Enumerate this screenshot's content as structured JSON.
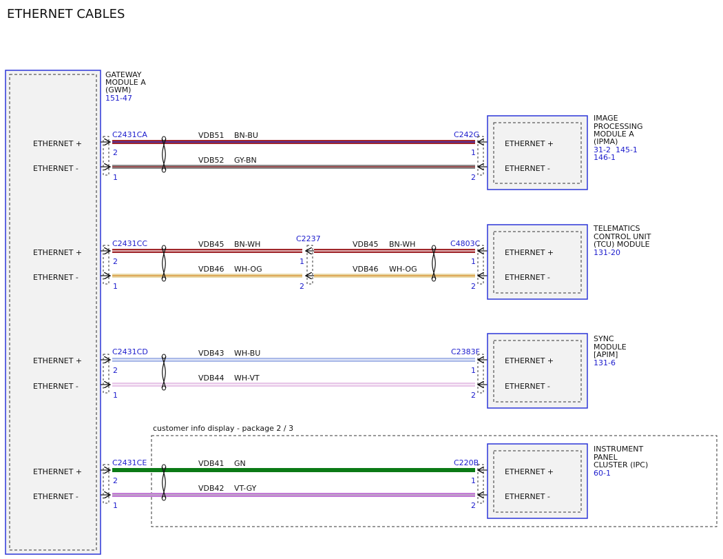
{
  "page_title": "ETHERNET CABLES",
  "gateway": {
    "lines": [
      "GATEWAY",
      "MODULE A",
      "(GWM)"
    ],
    "ref": "151-47"
  },
  "pin_labels": {
    "plus": "ETHERNET +",
    "minus": "ETHERNET -"
  },
  "groups": [
    {
      "left_connector": "C2431CA",
      "left_pin_top": "2",
      "left_pin_bottom": "1",
      "right_connector": "C242G",
      "right_pin_top": "1",
      "right_pin_bottom": "2",
      "wire_top": {
        "circuit": "VDB51",
        "color": "BN-BU"
      },
      "wire_bottom": {
        "circuit": "VDB52",
        "color": "GY-BN"
      },
      "module": {
        "lines": [
          "IMAGE",
          "PROCESSING",
          "MODULE A",
          "(IPMA)"
        ],
        "refs": [
          "31-2  145-1",
          "146-1"
        ]
      }
    },
    {
      "left_connector": "C2431CC",
      "left_pin_top": "2",
      "left_pin_bottom": "1",
      "mid_connector": "C2237",
      "mid_pin_top": "1",
      "mid_pin_bottom": "2",
      "right_connector": "C4803C",
      "right_pin_top": "1",
      "right_pin_bottom": "2",
      "wire_top": {
        "circuit": "VDB45",
        "color": "BN-WH"
      },
      "wire_bottom": {
        "circuit": "VDB46",
        "color": "WH-OG"
      },
      "wire_top_2": {
        "circuit": "VDB45",
        "color": "BN-WH"
      },
      "wire_bottom_2": {
        "circuit": "VDB46",
        "color": "WH-OG"
      },
      "module": {
        "lines": [
          "TELEMATICS",
          "CONTROL UNIT",
          "(TCU) MODULE"
        ],
        "refs": [
          "131-20"
        ]
      }
    },
    {
      "left_connector": "C2431CD",
      "left_pin_top": "2",
      "left_pin_bottom": "1",
      "right_connector": "C2383F",
      "right_pin_top": "1",
      "right_pin_bottom": "2",
      "wire_top": {
        "circuit": "VDB43",
        "color": "WH-BU"
      },
      "wire_bottom": {
        "circuit": "VDB44",
        "color": "WH-VT"
      },
      "module": {
        "lines": [
          "SYNC",
          "MODULE",
          "[APIM]"
        ],
        "refs": [
          "131-6"
        ]
      }
    },
    {
      "left_connector": "C2431CE",
      "left_pin_top": "2",
      "left_pin_bottom": "1",
      "right_connector": "C220B",
      "right_pin_top": "1",
      "right_pin_bottom": "2",
      "wire_top": {
        "circuit": "VDB41",
        "color": "GN"
      },
      "wire_bottom": {
        "circuit": "VDB42",
        "color": "VT-GY"
      },
      "module": {
        "lines": [
          "INSTRUMENT",
          "PANEL",
          "CLUSTER (IPC)"
        ],
        "refs": [
          "60-1"
        ]
      }
    }
  ],
  "option_box_label": "customer info display - package 2 / 3",
  "colors": {
    "frame": "#2b35d8",
    "ref_text": "#1a1acc",
    "module_fill": "#f2f2f2",
    "wire_red": "#a0262a",
    "wire_gray": "#8c8c8c",
    "wire_cream": "#e8d9a8",
    "wire_lightblue": "#a9b8e8",
    "wire_pink": "#e7c6e8",
    "wire_green": "#0b7a16",
    "wire_violet": "#c27bd6"
  }
}
